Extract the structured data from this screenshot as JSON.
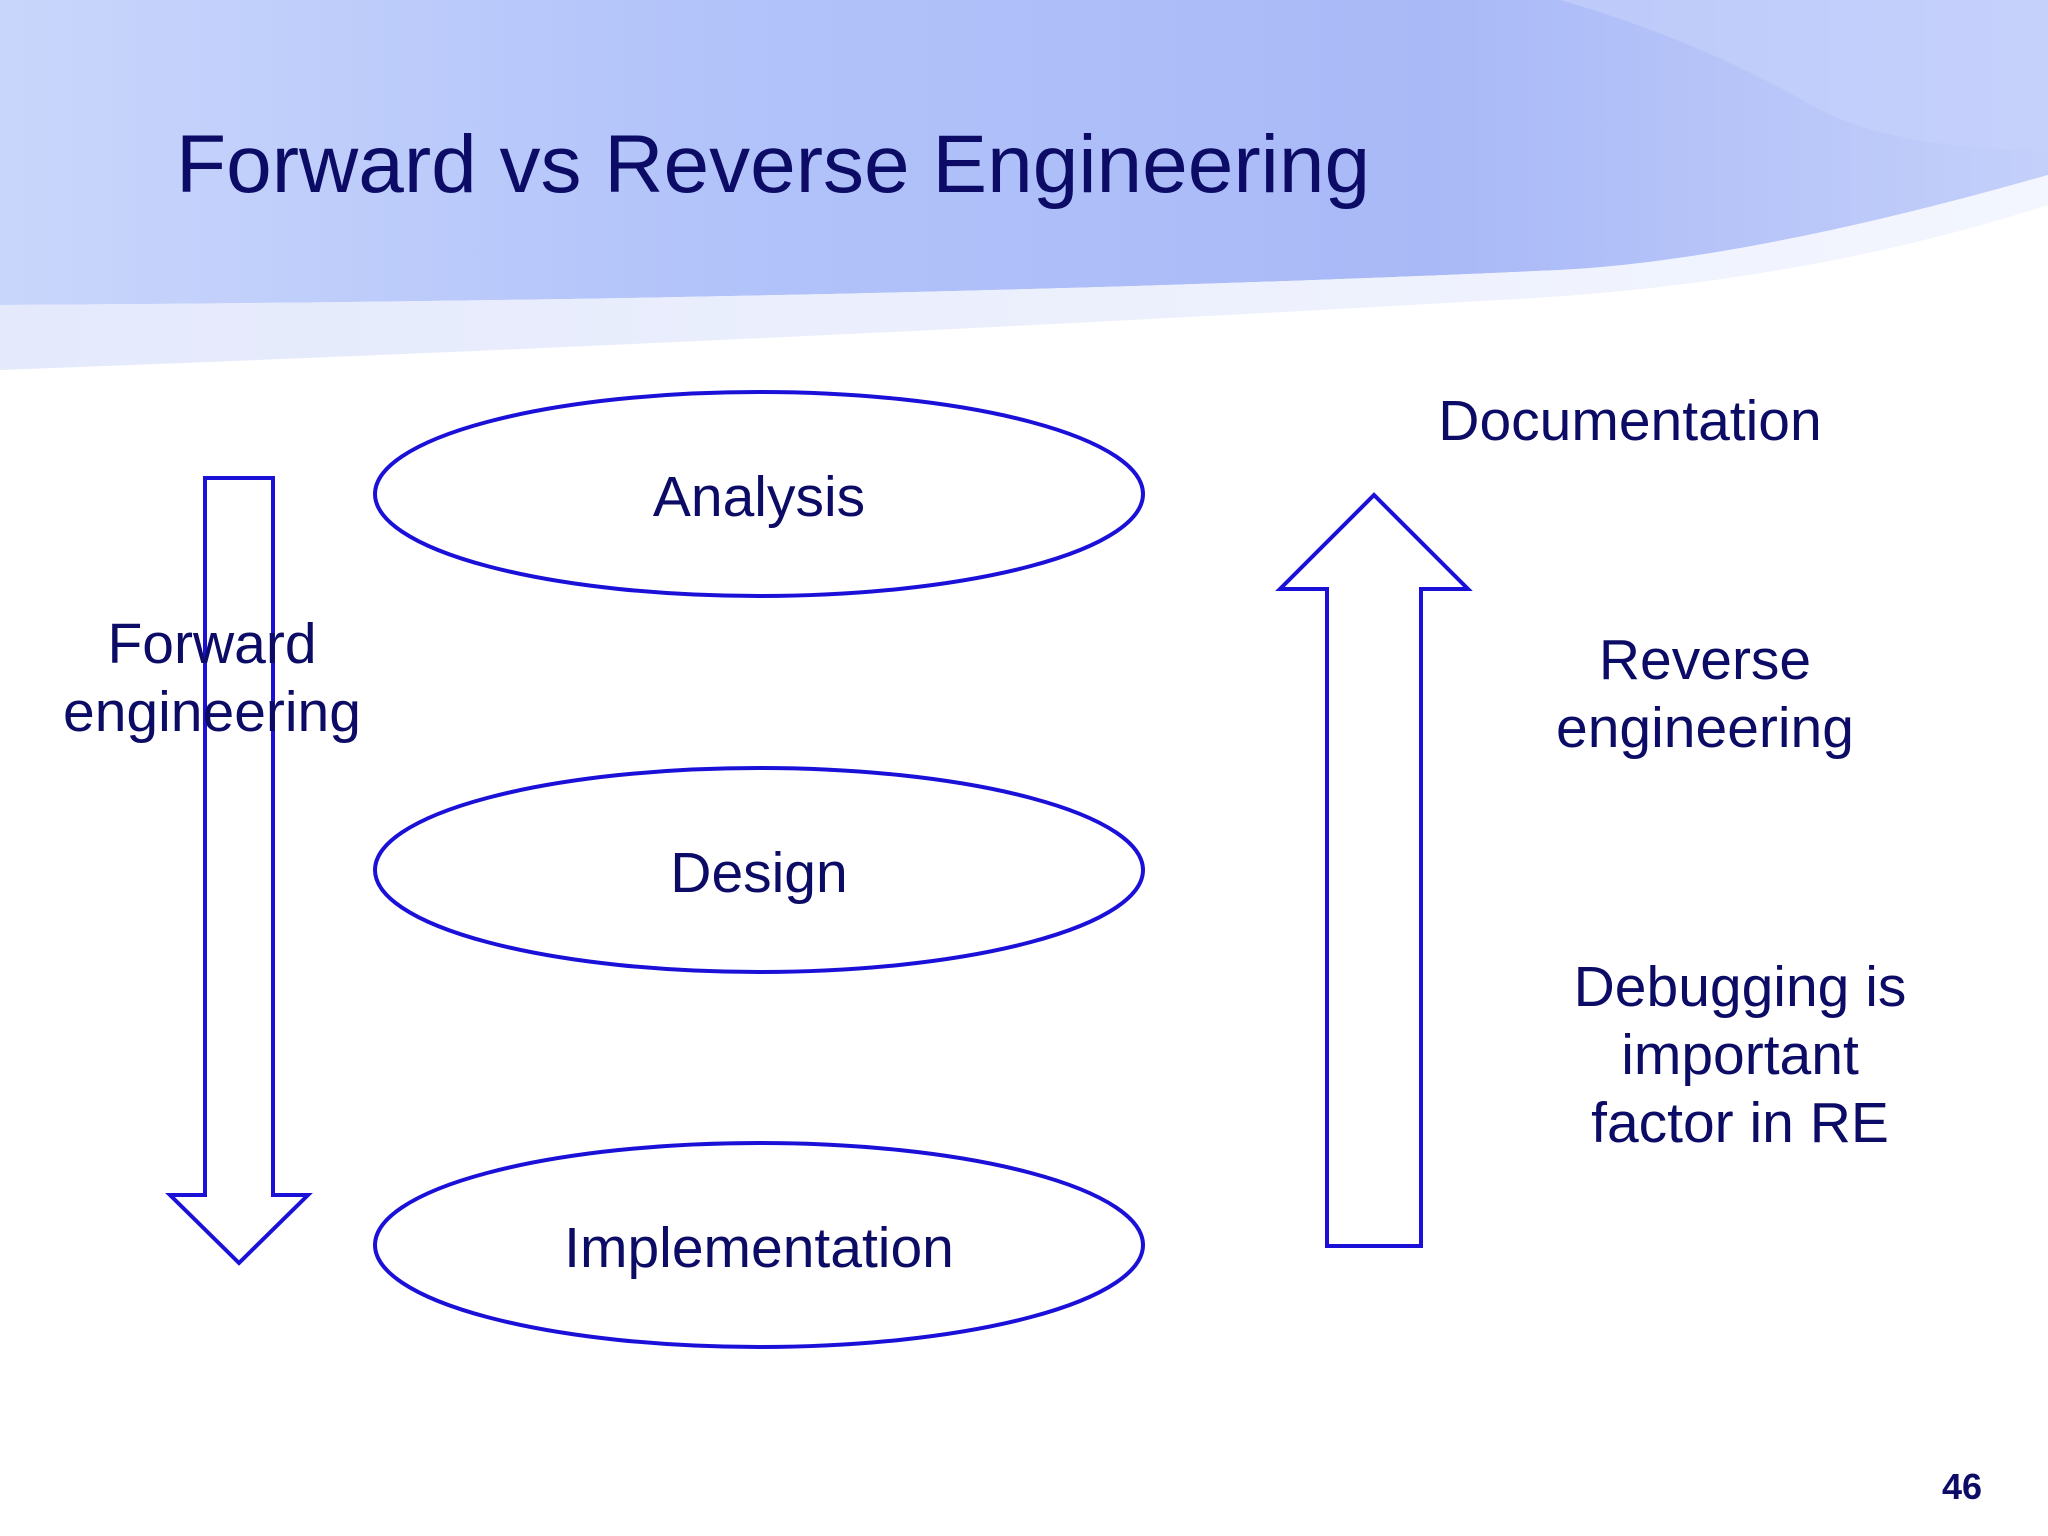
{
  "slide": {
    "title": "Forward vs Reverse Engineering",
    "page_number": "46"
  },
  "diagram": {
    "stages": [
      "Analysis",
      "Design",
      "Implementation"
    ],
    "forward_label": [
      "Forward",
      "engineering"
    ],
    "documentation_label": "Documentation",
    "reverse_label": [
      "Reverse",
      "engineering"
    ],
    "note_lines": [
      "Debugging is",
      "important",
      "factor in RE"
    ]
  },
  "colors": {
    "outline": "#1a10d8",
    "text": "#0c0c66",
    "header_band": "#aebdf8"
  }
}
